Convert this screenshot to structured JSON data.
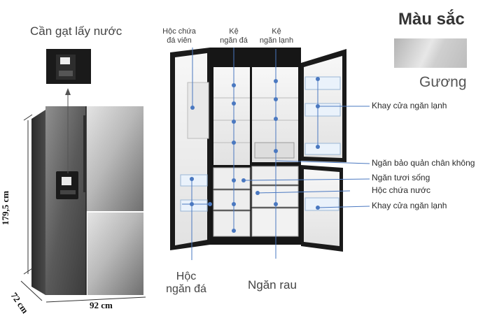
{
  "title_color": "Màu sắc",
  "color_name": "Gương",
  "colors": {
    "mirror_light": "#e3e3e3",
    "mirror_dark": "#7c7c7c",
    "cabinet": "#141414",
    "accent": "#4a78c0"
  },
  "left_panel": {
    "dispenser_lever": "Cần gạt lấy nước",
    "height": "179,5 cm",
    "width": "92 cm",
    "depth": "72 cm"
  },
  "callouts": {
    "ice_bin": [
      "Hộc chứa",
      "đá viên"
    ],
    "freezer_shelf": [
      "Kệ",
      "ngăn đá"
    ],
    "fridge_shelf": [
      "Kệ",
      "ngăn lạnh"
    ],
    "fridge_door_tray_top": "Khay cửa ngăn lạnh",
    "vacuum_compartment": "Ngăn bảo quản chân không",
    "fresh_compartment": "Ngăn tươi sống",
    "water_tank": "Hộc chứa nước",
    "fridge_door_tray_bottom": "Khay cửa ngăn lạnh",
    "freezer_drawer": [
      "Hộc",
      "ngăn đá"
    ],
    "vegetable_drawer": "Ngăn rau"
  }
}
